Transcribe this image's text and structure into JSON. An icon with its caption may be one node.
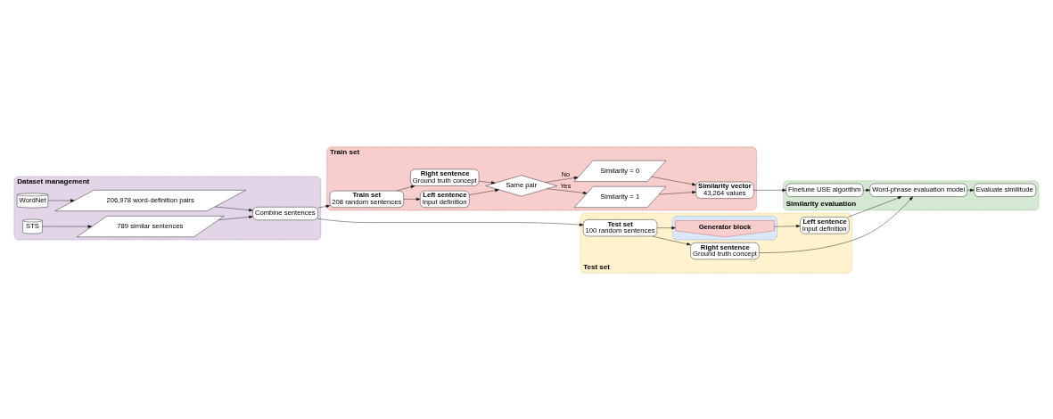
{
  "diagram": {
    "nodes": [
      {
        "text": [
          "Dataset management"
        ]
      },
      {
        "text": [
          "WordNet"
        ],
        "in": 0
      },
      {
        "text": [
          "206,978 word-definition pairs"
        ],
        "in": 0
      },
      {
        "text": [
          "STS"
        ],
        "in": 0
      },
      {
        "text": [
          "789 similar sentences"
        ],
        "in": 0
      },
      {
        "text": [
          "Combine sentences"
        ],
        "in": 0
      },
      {
        "text": [
          "Train set"
        ]
      },
      {
        "text": [
          "Train set",
          "208 random sentences"
        ],
        "in": 6
      },
      {
        "text": [
          "Left sentence",
          "Input definition"
        ],
        "in": 6
      },
      {
        "text": [
          "Right sentence",
          "Ground truth concept"
        ],
        "in": 6
      },
      {
        "text": [
          "Same pair"
        ],
        "in": 6
      },
      {
        "text": [
          "Similarity = 1"
        ],
        "in": 6
      },
      {
        "text": [
          "Similarity = 0"
        ],
        "in": 6
      },
      {
        "text": [
          "Similarity vector",
          "43,264 values"
        ],
        "in": 6
      },
      {
        "text": [
          "Test set"
        ]
      },
      {
        "text": [
          "Test set",
          "100 random sentences"
        ],
        "in": 14
      },
      {
        "text": [],
        "shape": "box",
        "in": 14
      },
      {
        "text": [
          "Generator block"
        ],
        "in": 16
      },
      {
        "text": [
          "Left sentence",
          "Input definition"
        ],
        "in": 14
      },
      {
        "text": [
          "Right sentence",
          "Ground truth concept"
        ],
        "in": 14
      },
      {
        "text": [
          "Similarity evaluation"
        ]
      },
      {
        "text": [
          "Finetune USE algorithm"
        ],
        "in": 20
      },
      {
        "text": [
          "Word-phrase evaluation model"
        ],
        "in": 20
      },
      {
        "text": [
          "Evaluate similitude"
        ],
        "in": 20
      }
    ],
    "edges": [
      {
        "from": 1,
        "to": 2,
        "arrow": "to"
      },
      {
        "from": 3,
        "to": 4,
        "arrow": "to"
      },
      {
        "from": 2,
        "to": 5,
        "arrow": "to"
      },
      {
        "from": 4,
        "to": 5,
        "arrow": "to"
      },
      {
        "from": 5,
        "to": 7,
        "arrow": "to"
      },
      {
        "from": 5,
        "to": 15,
        "arrow": "to"
      },
      {
        "from": 7,
        "to": 8,
        "arrow": "to"
      },
      {
        "from": 7,
        "to": 9,
        "arrow": "to"
      },
      {
        "from": 8,
        "to": 10,
        "arrow": "to"
      },
      {
        "from": 9,
        "to": 10,
        "arrow": "to"
      },
      {
        "from": 10,
        "to": 11,
        "label": "Yes",
        "arrow": "to"
      },
      {
        "from": 10,
        "to": 12,
        "label": "No",
        "arrow": "to"
      },
      {
        "from": 11,
        "to": 13,
        "arrow": "to"
      },
      {
        "from": 12,
        "to": 13,
        "arrow": "to"
      },
      {
        "from": 13,
        "to": 21,
        "arrow": "to"
      },
      {
        "from": 15,
        "to": 17,
        "arrow": "to"
      },
      {
        "from": 17,
        "to": 18,
        "arrow": "to"
      },
      {
        "from": 15,
        "to": 19,
        "arrow": "to"
      },
      {
        "from": 18,
        "to": 22,
        "arrow": "to"
      },
      {
        "from": 19,
        "to": 22,
        "arrow": "to"
      },
      {
        "from": 21,
        "to": 22,
        "arrow": "to"
      },
      {
        "from": 22,
        "to": 23,
        "arrow": "to"
      }
    ]
  }
}
